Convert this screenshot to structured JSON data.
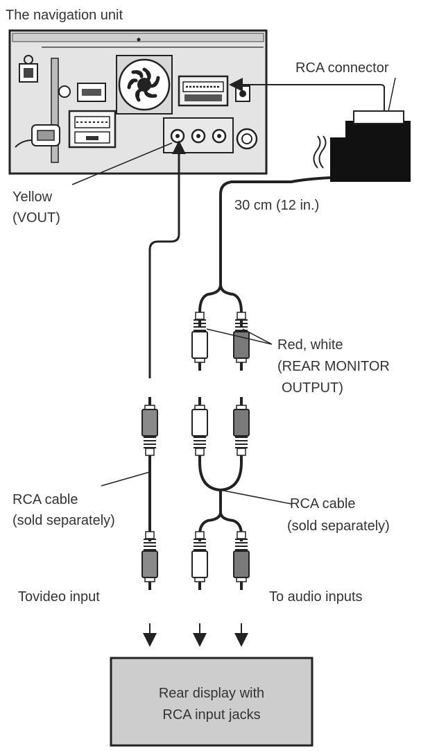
{
  "labels": {
    "unit_title": "The navigation unit",
    "rca_connector": "RCA connector",
    "yellow": "Yellow",
    "vout": "(VOUT)",
    "cable_length": "30 cm (12 in.)",
    "red_white": "Red, white",
    "rear_monitor_1": "(REAR MONITOR",
    "rear_monitor_2": "OUTPUT)",
    "rca_cable_left_1": "RCA cable",
    "rca_cable_left_2": "(sold separately)",
    "rca_cable_right_1": "RCA cable",
    "rca_cable_right_2": "(sold separately)",
    "to_video": "Tovideo input",
    "to_audio": "To audio inputs",
    "rear_display_1": "Rear display with",
    "rear_display_2": "RCA input jacks"
  },
  "plug_colors": {
    "yellow": "#8a8a8a",
    "red": "#7a7a7a",
    "white": "#ffffff"
  }
}
